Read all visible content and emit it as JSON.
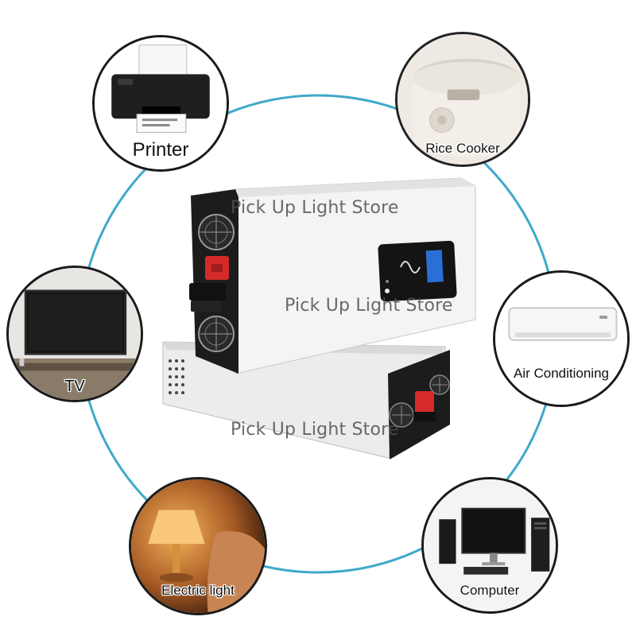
{
  "appliances": [
    {
      "id": "printer",
      "label": "Printer",
      "icon": "printer-icon"
    },
    {
      "id": "rice-cooker",
      "label": "Rice Cooker",
      "icon": "rice-cooker-icon"
    },
    {
      "id": "tv",
      "label": "TV",
      "icon": "tv-icon"
    },
    {
      "id": "air-conditioning",
      "label": "Air Conditioning",
      "icon": "air-conditioner-icon"
    },
    {
      "id": "electric-light",
      "label": "Electric light",
      "icon": "lamp-icon"
    },
    {
      "id": "computer",
      "label": "Computer",
      "icon": "computer-icon"
    }
  ],
  "watermark": "Pick Up Light Store",
  "colors": {
    "ring": "#3fa9c9",
    "inverter_body": "#f2f2f2",
    "inverter_panel": "#1a1a1a",
    "terminal_red": "#d42a2a",
    "lcd_blue": "#2a6fd6"
  }
}
